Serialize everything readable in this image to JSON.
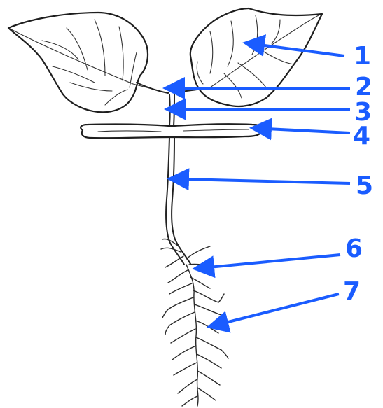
{
  "colors": {
    "arrow": "#1a5cff",
    "label": "#1a5cff",
    "ink": "#222222",
    "background": "#ffffff"
  },
  "labels": [
    {
      "id": "1",
      "text": "1"
    },
    {
      "id": "2",
      "text": "2"
    },
    {
      "id": "3",
      "text": "3"
    },
    {
      "id": "4",
      "text": "4"
    },
    {
      "id": "5",
      "text": "5"
    },
    {
      "id": "6",
      "text": "6"
    },
    {
      "id": "7",
      "text": "7"
    }
  ]
}
